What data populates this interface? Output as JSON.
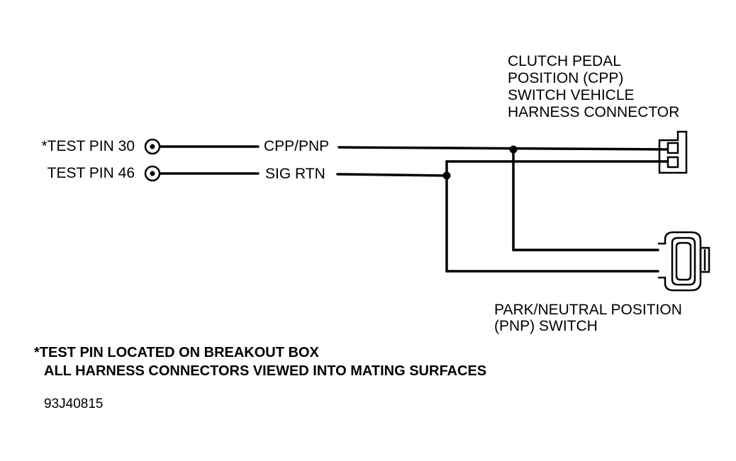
{
  "pins": [
    {
      "label": "*TEST PIN 30",
      "wire_label": "CPP/PNP"
    },
    {
      "label": "TEST PIN 46",
      "wire_label": "SIG RTN"
    }
  ],
  "cpp_connector": {
    "lines": [
      "CLUTCH PEDAL",
      "POSITION (CPP)",
      "SWITCH VEHICLE",
      "HARNESS CONNECTOR"
    ]
  },
  "pnp_switch": {
    "lines": [
      "PARK/NEUTRAL POSITION",
      "(PNP) SWITCH"
    ]
  },
  "notes": [
    "*TEST PIN LOCATED ON BREAKOUT BOX",
    "ALL HARNESS CONNECTORS VIEWED INTO MATING SURFACES"
  ],
  "figure_id": "93J40815"
}
